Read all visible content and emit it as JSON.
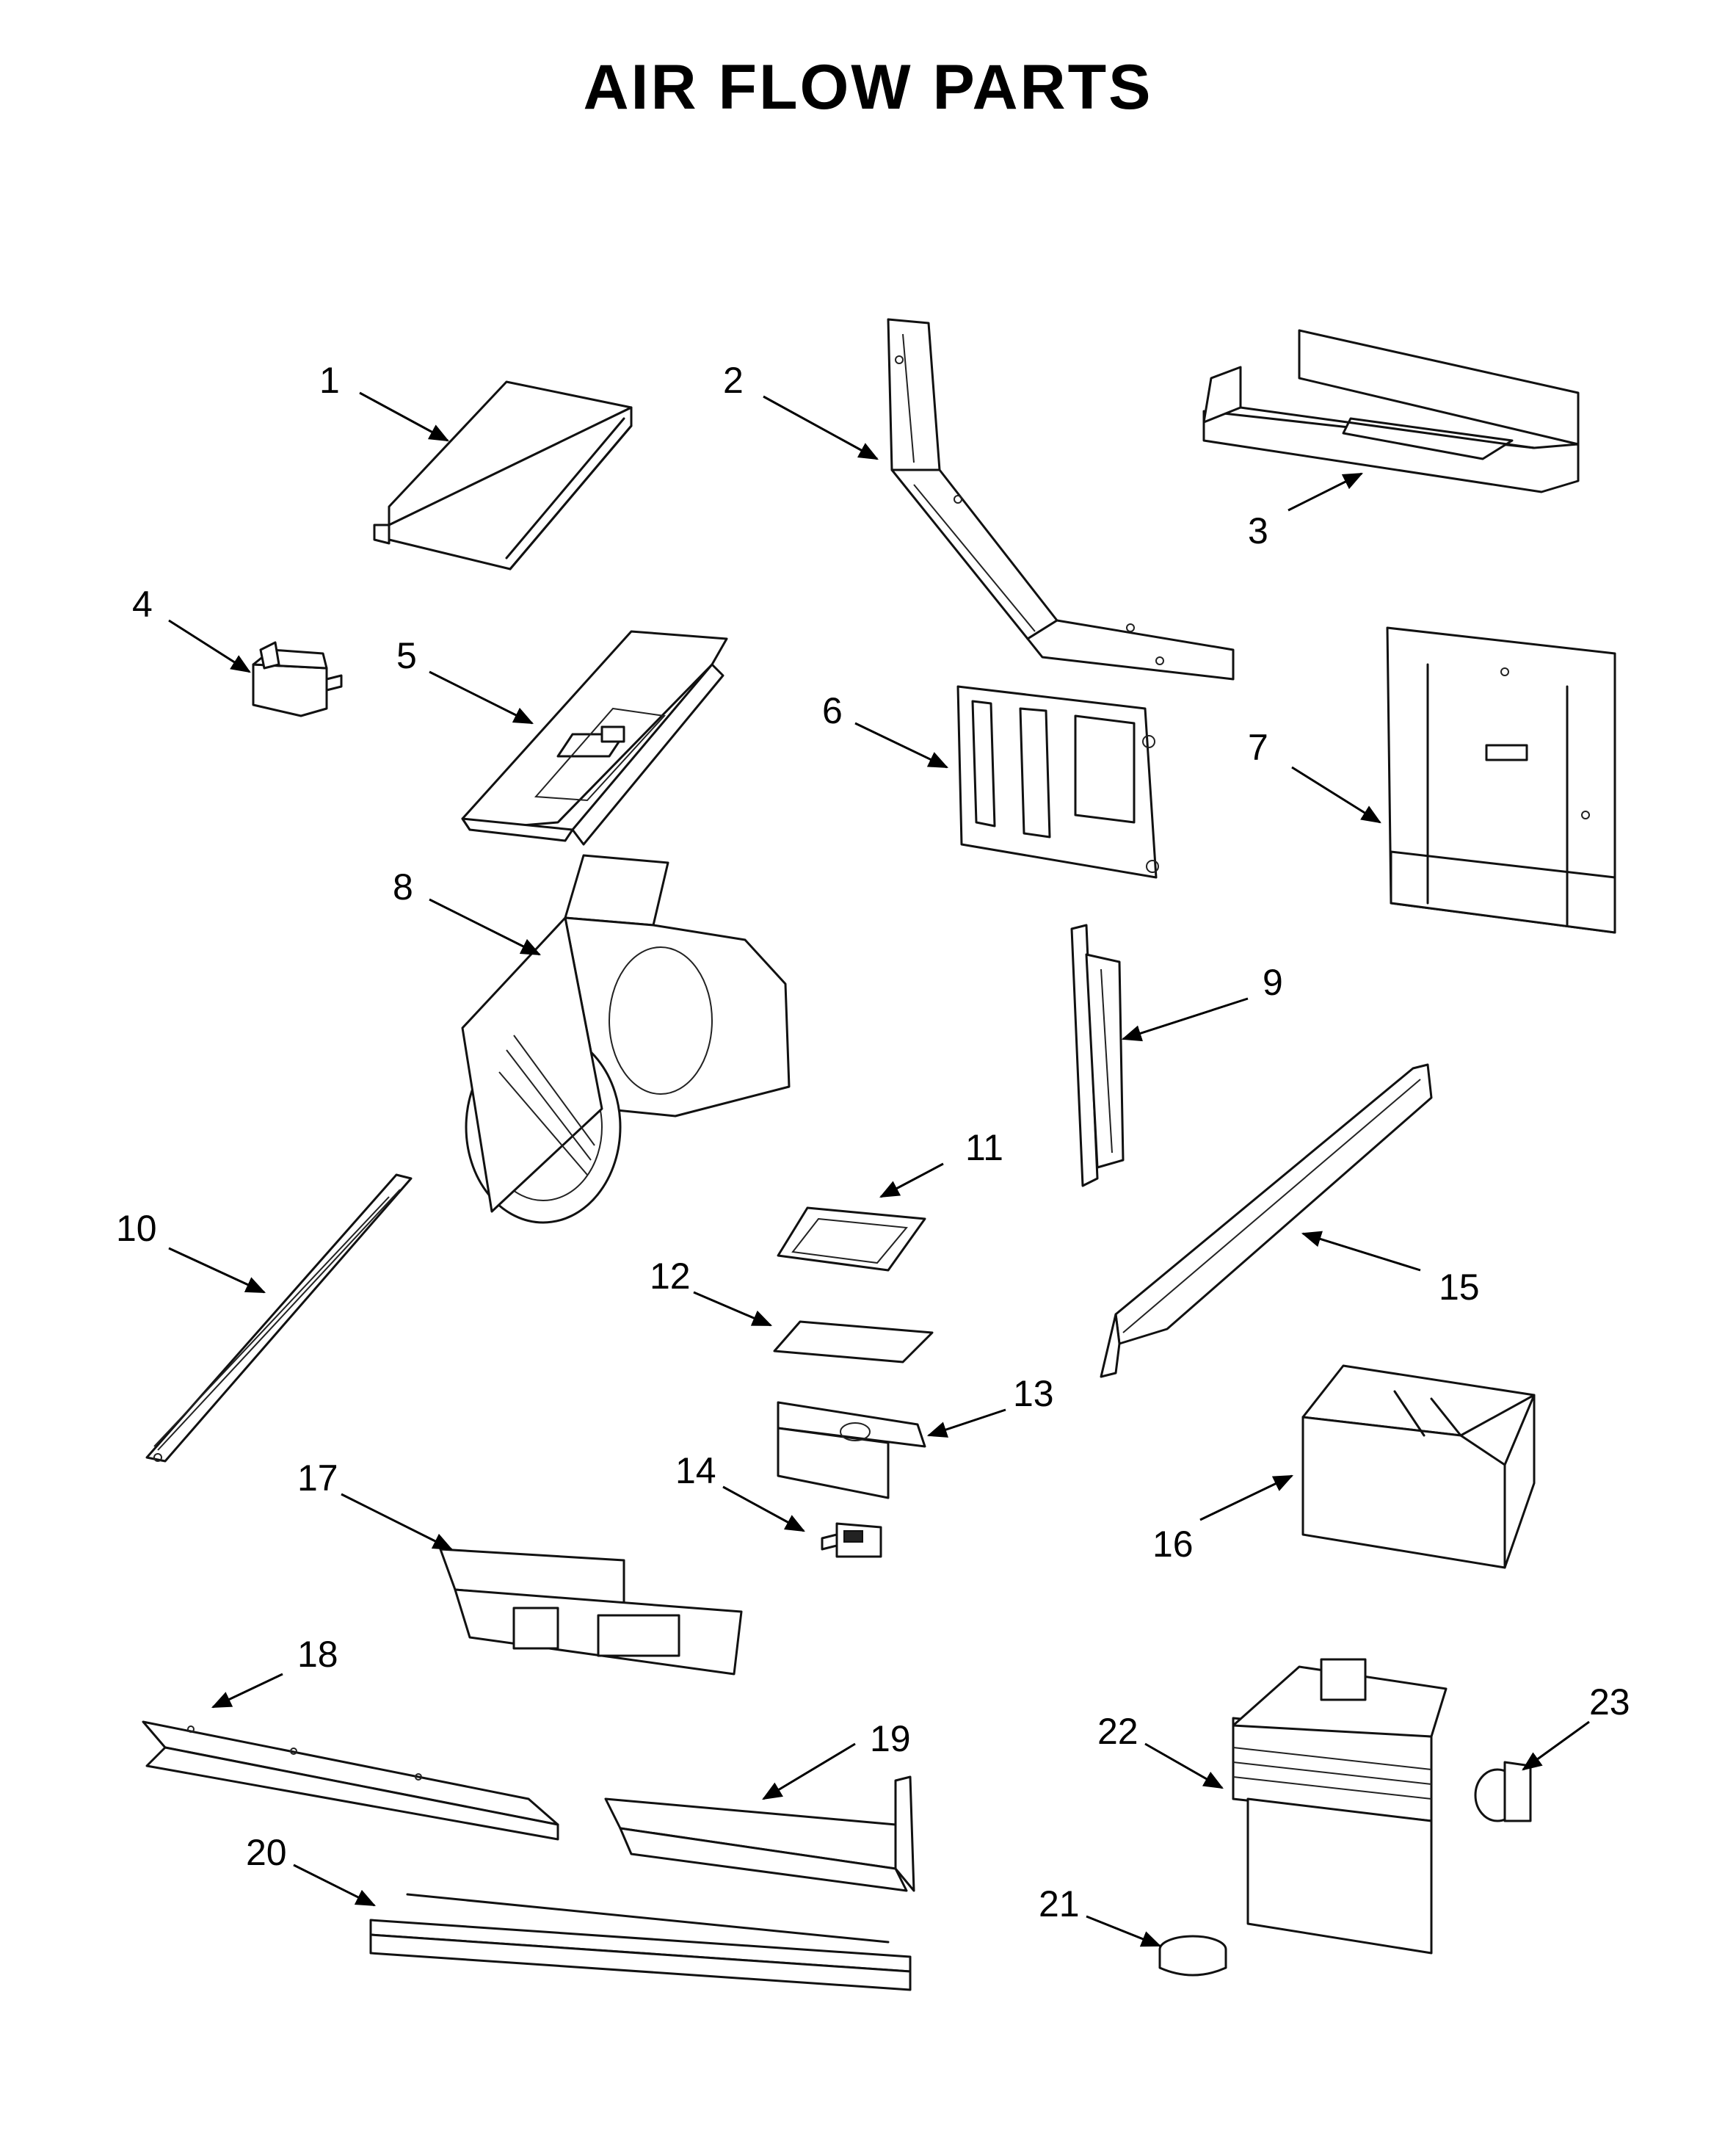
{
  "title": "AIR FLOW PARTS",
  "callouts": [
    "1",
    "2",
    "3",
    "4",
    "5",
    "6",
    "7",
    "8",
    "9",
    "10",
    "11",
    "12",
    "13",
    "14",
    "15",
    "16",
    "17",
    "18",
    "19",
    "20",
    "21",
    "22",
    "23"
  ]
}
